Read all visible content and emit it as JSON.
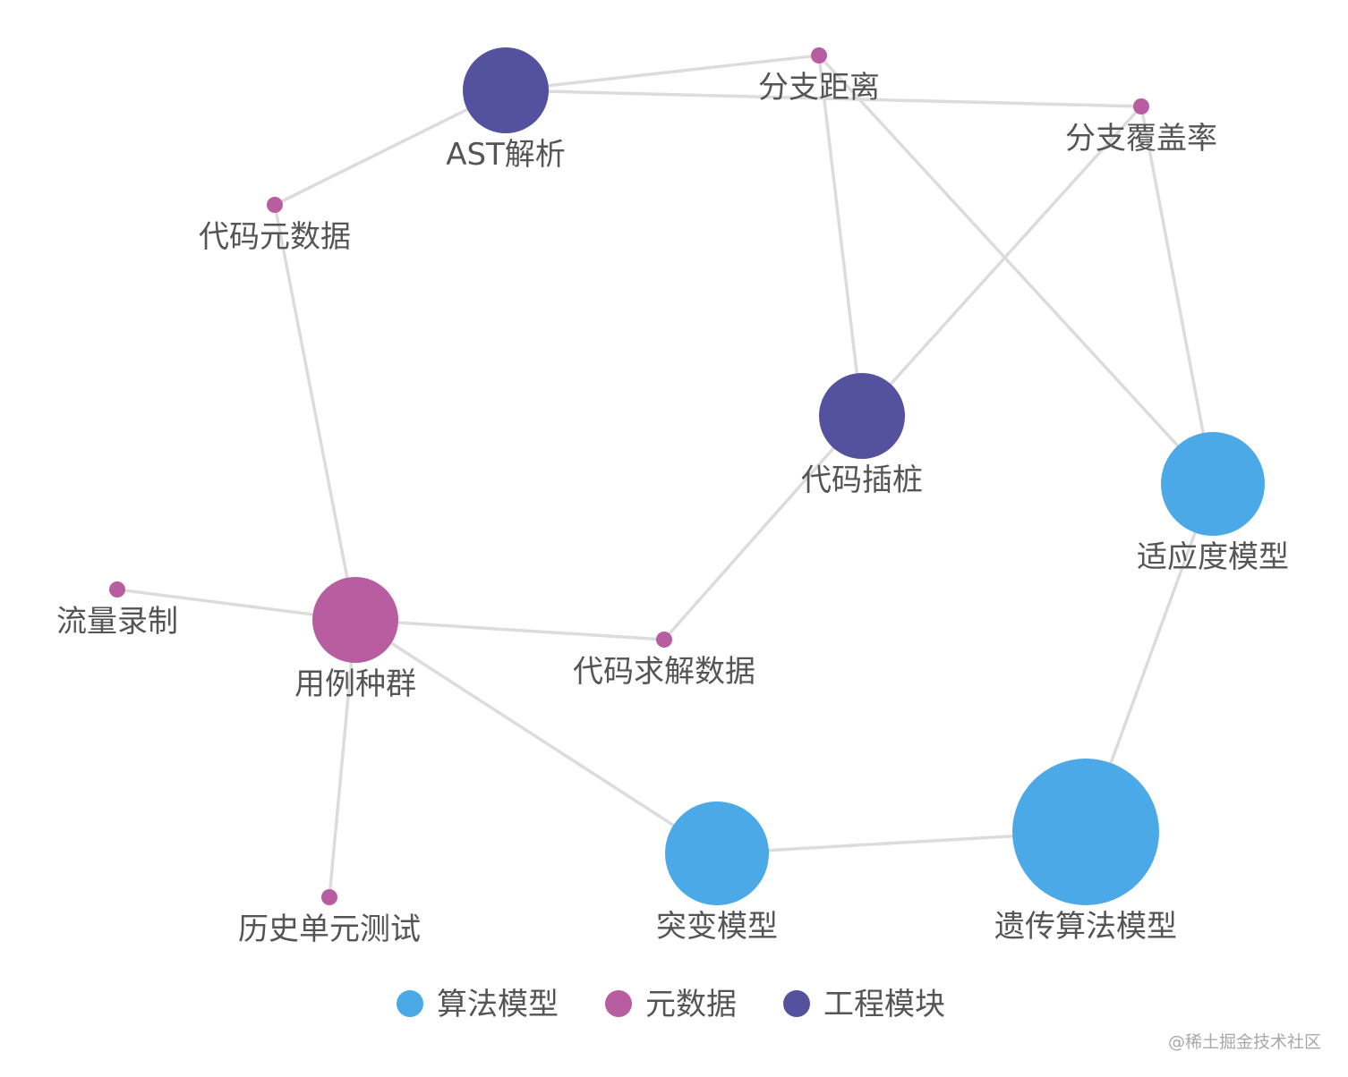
{
  "categories": [
    {
      "id": "algo",
      "name": "算法模型",
      "color": "#4aa9e6"
    },
    {
      "id": "meta",
      "name": "元数据",
      "color": "#b85ea0"
    },
    {
      "id": "eng",
      "name": "工程模块",
      "color": "#54529f"
    }
  ],
  "nodes": [
    {
      "id": "ast",
      "label": "AST解析",
      "category": "eng",
      "weight": 3
    },
    {
      "id": "branch_dist",
      "label": "分支距离",
      "category": "meta",
      "weight": 1
    },
    {
      "id": "branch_cov",
      "label": "分支覆盖率",
      "category": "meta",
      "weight": 1
    },
    {
      "id": "code_meta",
      "label": "代码元数据",
      "category": "meta",
      "weight": 1
    },
    {
      "id": "instrument",
      "label": "代码插桩",
      "category": "eng",
      "weight": 3
    },
    {
      "id": "fitness",
      "label": "适应度模型",
      "category": "algo",
      "weight": 4
    },
    {
      "id": "traffic",
      "label": "流量录制",
      "category": "meta",
      "weight": 1
    },
    {
      "id": "population",
      "label": "用例种群",
      "category": "meta",
      "weight": 3
    },
    {
      "id": "solve_data",
      "label": "代码求解数据",
      "category": "meta",
      "weight": 1
    },
    {
      "id": "history_ut",
      "label": "历史单元测试",
      "category": "meta",
      "weight": 1
    },
    {
      "id": "mutation",
      "label": "突变模型",
      "category": "algo",
      "weight": 4
    },
    {
      "id": "genetic",
      "label": "遗传算法模型",
      "category": "algo",
      "weight": 6
    }
  ],
  "edges": [
    [
      "ast",
      "branch_dist"
    ],
    [
      "ast",
      "branch_cov"
    ],
    [
      "ast",
      "code_meta"
    ],
    [
      "branch_dist",
      "instrument"
    ],
    [
      "branch_dist",
      "fitness"
    ],
    [
      "branch_cov",
      "instrument"
    ],
    [
      "branch_cov",
      "fitness"
    ],
    [
      "code_meta",
      "population"
    ],
    [
      "instrument",
      "solve_data"
    ],
    [
      "population",
      "solve_data"
    ],
    [
      "population",
      "traffic"
    ],
    [
      "population",
      "history_ut"
    ],
    [
      "population",
      "mutation"
    ],
    [
      "mutation",
      "genetic"
    ],
    [
      "genetic",
      "fitness"
    ]
  ],
  "watermark": "@稀土掘金技术社区"
}
